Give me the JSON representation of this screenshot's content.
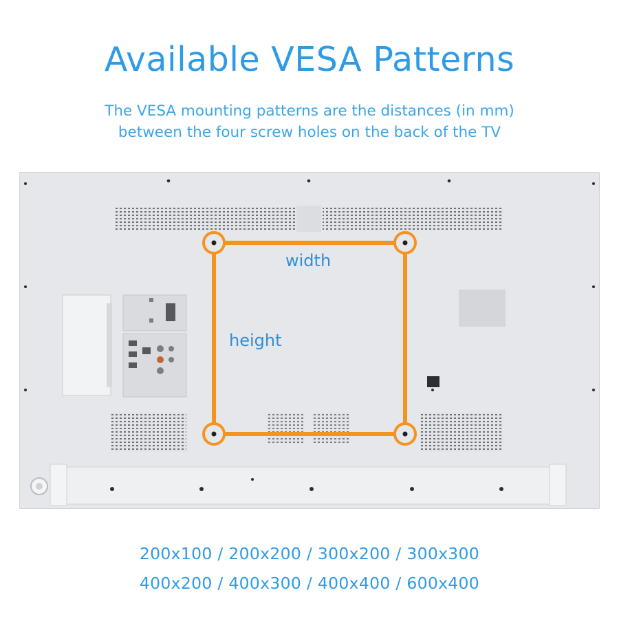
{
  "header": {
    "title": "Available VESA Patterns",
    "subtitle_line1": "The VESA mounting patterns are the distances (in mm)",
    "subtitle_line2": "between the four screw holes on the back of the TV"
  },
  "diagram": {
    "width_label": "width",
    "height_label": "height",
    "colors": {
      "frame": "#f4931f",
      "label": "#2e8fd6",
      "tv_back": "#e6e7ea"
    }
  },
  "patterns": {
    "line1": "200x100 / 200x200 / 300x200 / 300x300",
    "line2": "400x200 / 400x300 / 400x400 / 600x400"
  }
}
